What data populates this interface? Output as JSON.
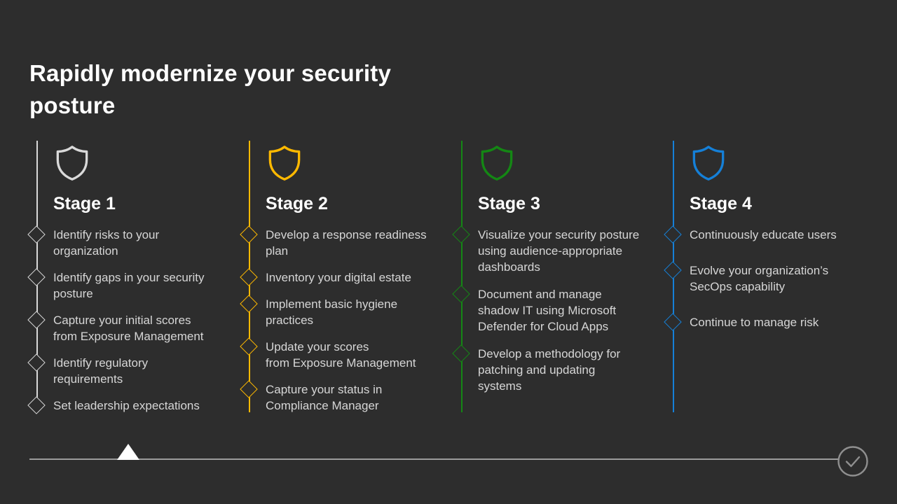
{
  "slide": {
    "title": "Rapidly modernize your security\nposture",
    "background_color": "#2d2d2d",
    "title_color": "#ffffff",
    "body_text_color": "#d6d6d6"
  },
  "stages": [
    {
      "label": "Stage 1",
      "accent_color": "#d9d9d9",
      "icon": "shield-outline-icon",
      "bullets": [
        "Identify risks to your\norganization",
        "Identify gaps in your security\nposture",
        "Capture your initial scores\nfrom Exposure Management",
        "Identify regulatory\nrequirements",
        "Set leadership expectations"
      ]
    },
    {
      "label": "Stage 2",
      "accent_color": "#ffb900",
      "icon": "shield-outline-icon",
      "bullets": [
        "Develop a response readiness\nplan",
        "Inventory your digital estate",
        "Implement basic hygiene\npractices",
        "Update your scores\nfrom Exposure Management",
        "Capture your status in\nCompliance Manager"
      ]
    },
    {
      "label": "Stage 3",
      "accent_color": "#148714",
      "icon": "shield-outline-icon",
      "bullets": [
        "Visualize your security posture\nusing audience-appropriate\ndashboards",
        "Document and manage\nshadow IT using Microsoft\nDefender for Cloud Apps",
        "Develop a methodology for\npatching and updating\nsystems"
      ]
    },
    {
      "label": "Stage 4",
      "accent_color": "#1580d8",
      "icon": "shield-outline-icon",
      "bullets": [
        "Continuously educate users",
        "Evolve your organization’s\nSecOps capability",
        "Continue to manage risk"
      ]
    }
  ],
  "footer": {
    "line_color": "#9c9c9c",
    "marker_icon": "triangle-up-icon",
    "marker_color": "#ffffff",
    "done_icon": "check-circle-icon",
    "done_color": "#8f8f8f"
  }
}
